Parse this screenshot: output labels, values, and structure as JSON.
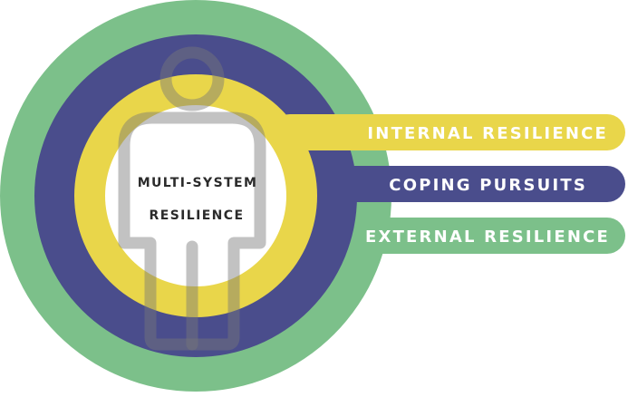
{
  "center": {
    "line1": "MULTI-SYSTEM",
    "line2": "RESILIENCE"
  },
  "bars": {
    "internal": "INTERNAL RESILIENCE",
    "coping": "COPING PURSUITS",
    "external": "EXTERNAL RESILIENCE"
  },
  "colors": {
    "green": "#7cc08a",
    "navy": "#4a4d8c",
    "yellow": "#e9d64a",
    "white": "#ffffff",
    "figure": "#bdbdbd",
    "text_dark": "#2b2b2b"
  }
}
